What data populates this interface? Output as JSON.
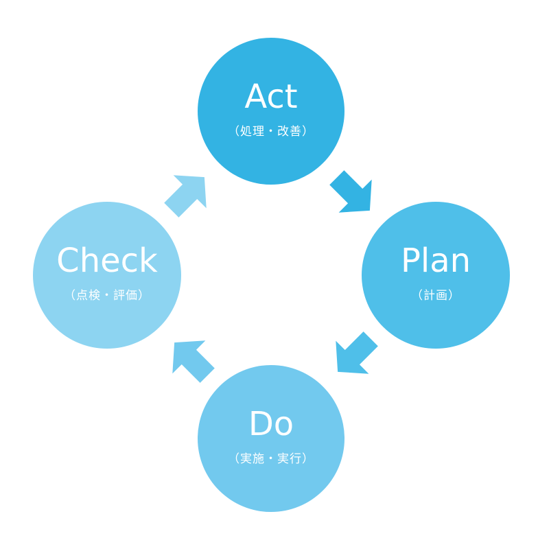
{
  "colors": {
    "act": "#33b3e3",
    "plan": "#4fbfe9",
    "do": "#72c9ee",
    "check": "#8dd4f1",
    "arrow_act_to_plan": "#33b3e3",
    "arrow_plan_to_do": "#4fbfe9",
    "arrow_do_to_check": "#72c9ee",
    "arrow_check_to_act": "#8dd4f1"
  },
  "cycle": {
    "act": {
      "title": "Act",
      "subtitle": "（処理・改善）"
    },
    "plan": {
      "title": "Plan",
      "subtitle": "（計画）"
    },
    "do": {
      "title": "Do",
      "subtitle": "（実施・実行）"
    },
    "check": {
      "title": "Check",
      "subtitle": "（点検・評価）"
    }
  }
}
